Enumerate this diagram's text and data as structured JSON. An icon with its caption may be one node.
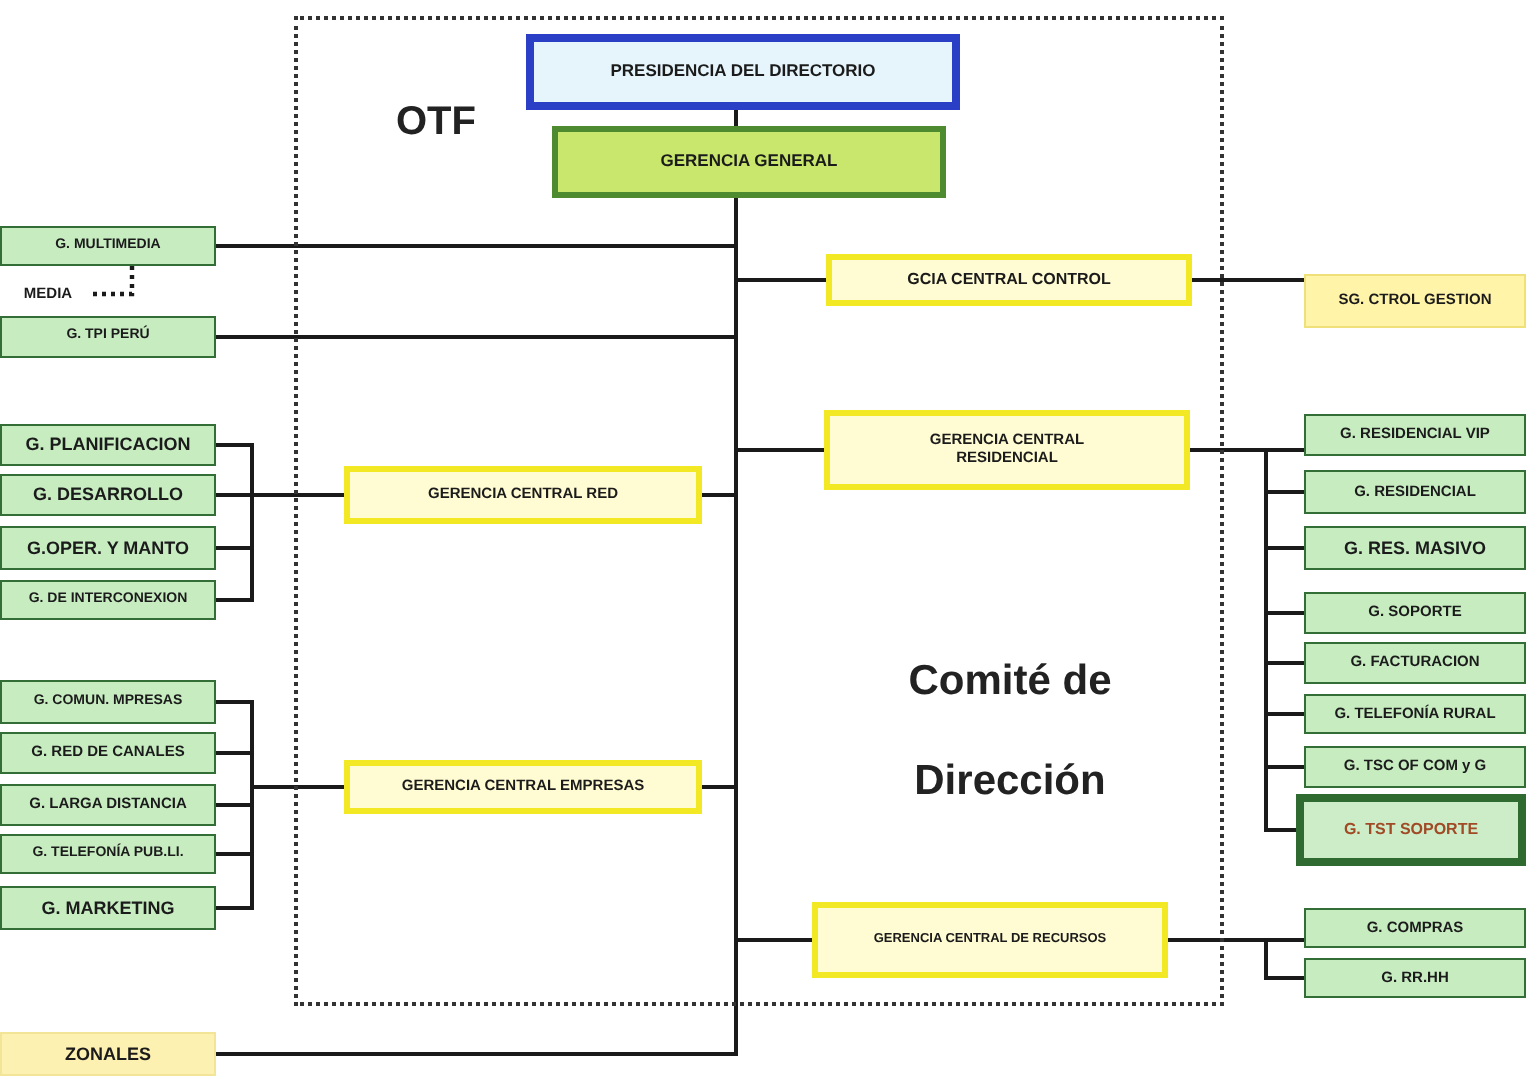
{
  "diagram": {
    "nodes": [
      {
        "text": [
          "OTF",
          "Comité de Dirección"
        ]
      },
      {
        "text": [
          "PRESIDENCIA DEL DIRECTORIO"
        ],
        "in": 0
      },
      {
        "text": [
          "GERENCIA GENERAL"
        ],
        "in": 0
      },
      {
        "text": [
          "GCIA CENTRAL CONTROL"
        ],
        "in": 0
      },
      {
        "text": [
          "GERENCIA CENTRAL RED"
        ],
        "in": 0
      },
      {
        "text": [
          "GERENCIA CENTRAL RESIDENCIAL"
        ],
        "in": 0
      },
      {
        "text": [
          "GERENCIA CENTRAL EMPRESAS"
        ],
        "in": 0
      },
      {
        "text": [
          "GERENCIA CENTRAL DE RECURSOS"
        ],
        "in": 0
      },
      {
        "text": [
          "G. MULTIMEDIA"
        ]
      },
      {
        "text": [
          "MEDIA"
        ]
      },
      {
        "text": [
          "G. TPI PERÚ"
        ]
      },
      {
        "text": [
          "G. PLANIFICACION"
        ]
      },
      {
        "text": [
          "G. DESARROLLO"
        ]
      },
      {
        "text": [
          "G.OPER. Y MANTO"
        ]
      },
      {
        "text": [
          "G. DE INTERCONEXION"
        ]
      },
      {
        "text": [
          "G. COMUN. MPRESAS"
        ]
      },
      {
        "text": [
          "G. RED DE CANALES"
        ]
      },
      {
        "text": [
          "G. LARGA DISTANCIA"
        ]
      },
      {
        "text": [
          "G. TELEFONÍA PUB.LI."
        ]
      },
      {
        "text": [
          "G. MARKETING"
        ]
      },
      {
        "text": [
          "ZONALES"
        ]
      },
      {
        "text": [
          "SG. CTROL GESTION"
        ]
      },
      {
        "text": [
          "G. RESIDENCIAL VIP"
        ]
      },
      {
        "text": [
          "G. RESIDENCIAL"
        ]
      },
      {
        "text": [
          "G. RES. MASIVO"
        ]
      },
      {
        "text": [
          "G. SOPORTE"
        ]
      },
      {
        "text": [
          "G. FACTURACION"
        ]
      },
      {
        "text": [
          "G. TELEFONÍA RURAL"
        ]
      },
      {
        "text": [
          "G. TSC OF COM y G"
        ]
      },
      {
        "text": [
          "G. TST SOPORTE"
        ]
      },
      {
        "text": [
          "G. COMPRAS"
        ]
      },
      {
        "text": [
          "G. RR.HH"
        ]
      }
    ],
    "edges": [
      {
        "from": 1,
        "to": 2,
        "arrow": "none"
      },
      {
        "from": 2,
        "to": 8,
        "arrow": "none"
      },
      {
        "from": 2,
        "to": 10,
        "arrow": "none"
      },
      {
        "from": 2,
        "to": 3,
        "arrow": "none"
      },
      {
        "from": 2,
        "to": 4,
        "arrow": "none"
      },
      {
        "from": 2,
        "to": 5,
        "arrow": "none"
      },
      {
        "from": 2,
        "to": 6,
        "arrow": "none"
      },
      {
        "from": 2,
        "to": 7,
        "arrow": "none"
      },
      {
        "from": 2,
        "to": 20,
        "arrow": "none"
      },
      {
        "from": 8,
        "to": 9,
        "arrow": "none",
        "style": "dashed"
      },
      {
        "from": 3,
        "to": 21,
        "arrow": "none"
      },
      {
        "from": 4,
        "to": 11,
        "arrow": "none"
      },
      {
        "from": 4,
        "to": 12,
        "arrow": "none"
      },
      {
        "from": 4,
        "to": 13,
        "arrow": "none"
      },
      {
        "from": 4,
        "to": 14,
        "arrow": "none"
      },
      {
        "from": 6,
        "to": 15,
        "arrow": "none"
      },
      {
        "from": 6,
        "to": 16,
        "arrow": "none"
      },
      {
        "from": 6,
        "to": 17,
        "arrow": "none"
      },
      {
        "from": 6,
        "to": 18,
        "arrow": "none"
      },
      {
        "from": 6,
        "to": 19,
        "arrow": "none"
      },
      {
        "from": 5,
        "to": 22,
        "arrow": "none"
      },
      {
        "from": 5,
        "to": 23,
        "arrow": "none"
      },
      {
        "from": 5,
        "to": 24,
        "arrow": "none"
      },
      {
        "from": 5,
        "to": 25,
        "arrow": "none"
      },
      {
        "from": 5,
        "to": 26,
        "arrow": "none"
      },
      {
        "from": 5,
        "to": 27,
        "arrow": "none"
      },
      {
        "from": 5,
        "to": 28,
        "arrow": "none"
      },
      {
        "from": 5,
        "to": 29,
        "arrow": "none"
      },
      {
        "from": 7,
        "to": 30,
        "arrow": "none"
      },
      {
        "from": 7,
        "to": 31,
        "arrow": "none"
      }
    ]
  }
}
